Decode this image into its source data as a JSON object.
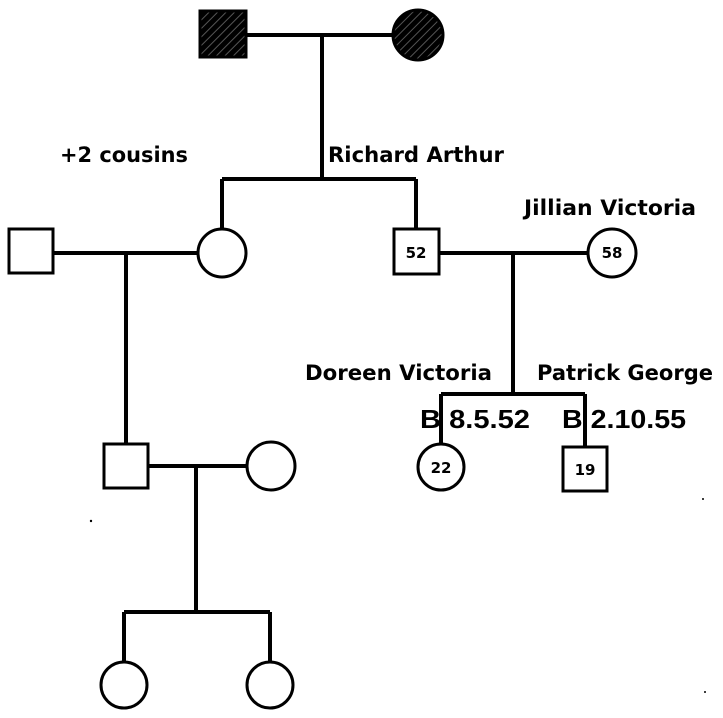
{
  "labels": {
    "cousins": "+2 cousins",
    "father": "Richard Arthur",
    "mother": "Jillian Victoria",
    "daughter": "Doreen Victoria",
    "son": "Patrick George"
  },
  "ages": {
    "father": "52",
    "mother": "58",
    "daughter": "22",
    "son": "19"
  },
  "births": {
    "daughter": "B 8.5.52",
    "son": "B 2.10.55"
  },
  "colors": {
    "line": "#000000",
    "background": "#ffffff",
    "affected_fill": "#000000"
  }
}
